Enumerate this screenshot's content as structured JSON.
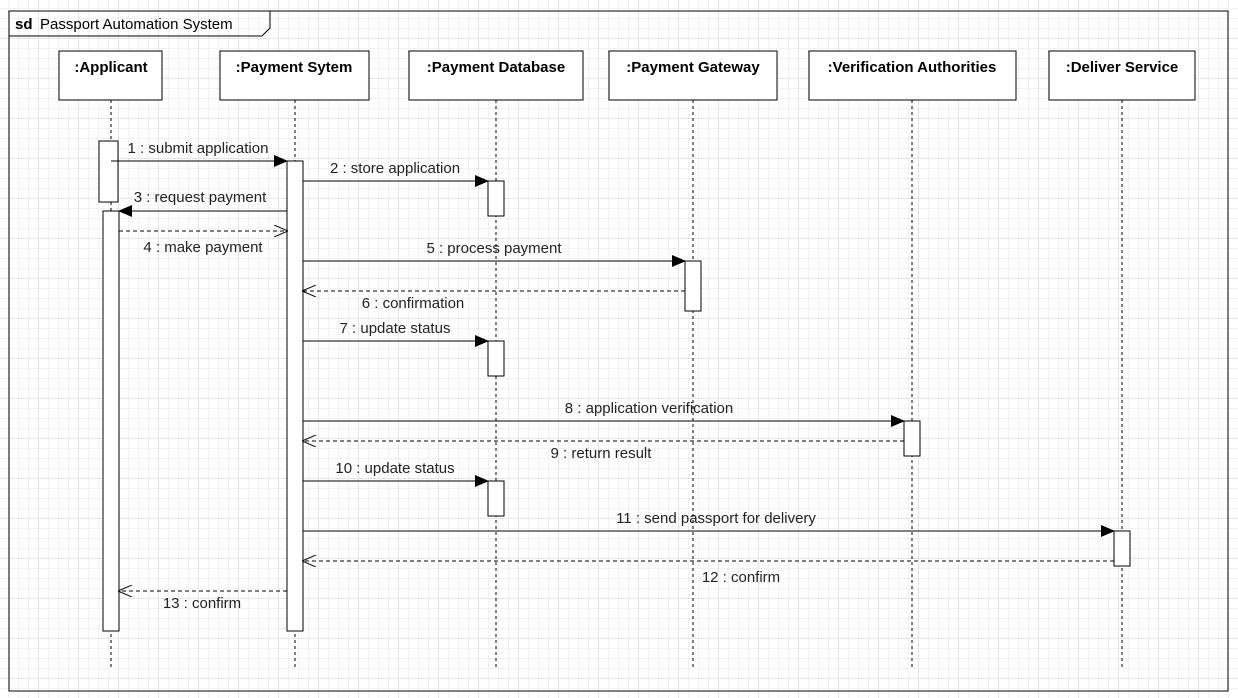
{
  "frame": {
    "keyword": "sd",
    "title": "Passport Automation System"
  },
  "lifelines": [
    {
      "id": "applicant",
      "label": ":Applicant"
    },
    {
      "id": "payment-system",
      "label": ":Payment Sytem"
    },
    {
      "id": "payment-database",
      "label": ":Payment Database"
    },
    {
      "id": "payment-gateway",
      "label": ":Payment Gateway"
    },
    {
      "id": "verification-authorities",
      "label": ":Verification Authorities"
    },
    {
      "id": "deliver-service",
      "label": ":Deliver Service"
    }
  ],
  "messages": [
    {
      "label": "1 : submit application",
      "from": "applicant",
      "to": "payment-system",
      "kind": "sync"
    },
    {
      "label": "2 : store application",
      "from": "payment-system",
      "to": "payment-database",
      "kind": "sync"
    },
    {
      "label": "3 : request payment",
      "from": "payment-system",
      "to": "applicant",
      "kind": "sync"
    },
    {
      "label": "4 : make payment",
      "from": "applicant",
      "to": "payment-system",
      "kind": "reply"
    },
    {
      "label": "5 : process payment",
      "from": "payment-system",
      "to": "payment-gateway",
      "kind": "sync"
    },
    {
      "label": "6 : confirmation",
      "from": "payment-gateway",
      "to": "payment-system",
      "kind": "reply"
    },
    {
      "label": "7 : update status",
      "from": "payment-system",
      "to": "payment-database",
      "kind": "sync"
    },
    {
      "label": "8 : application verification",
      "from": "payment-system",
      "to": "verification-authorities",
      "kind": "sync"
    },
    {
      "label": "9 : return result",
      "from": "verification-authorities",
      "to": "payment-system",
      "kind": "reply"
    },
    {
      "label": "10 : update status",
      "from": "payment-system",
      "to": "payment-database",
      "kind": "sync"
    },
    {
      "label": "11 : send passport for delivery",
      "from": "payment-system",
      "to": "deliver-service",
      "kind": "sync"
    },
    {
      "label": "12 : confirm",
      "from": "deliver-service",
      "to": "payment-system",
      "kind": "reply"
    },
    {
      "label": "13 : confirm",
      "from": "payment-system",
      "to": "applicant",
      "kind": "reply"
    }
  ]
}
